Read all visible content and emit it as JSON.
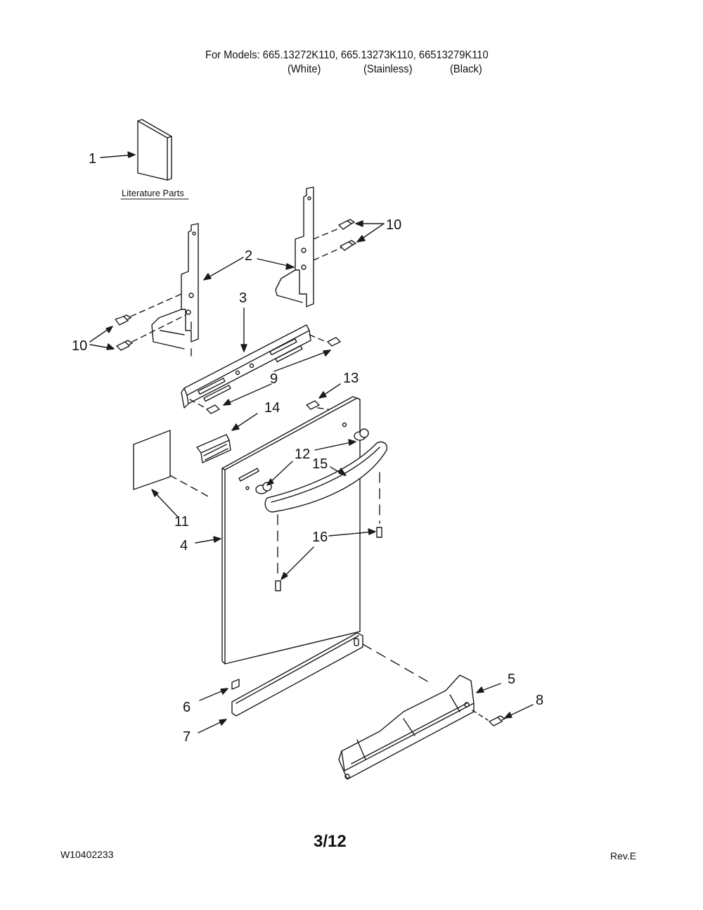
{
  "header": {
    "models_line": "For Models: 665.13272K110, 665.13273K110, 66513279K110",
    "finishes": [
      "(White)",
      "(Stainless)",
      "(Black)"
    ]
  },
  "diagram": {
    "literature_label": "Literature Parts",
    "callouts": [
      "1",
      "2",
      "10",
      "10",
      "3",
      "9",
      "13",
      "14",
      "11",
      "12",
      "15",
      "4",
      "16",
      "5",
      "8",
      "6",
      "7"
    ]
  },
  "footer": {
    "doc_number": "W10402233",
    "page": "3/12",
    "revision": "Rev.E"
  },
  "colors": {
    "line": "#1a1a1a",
    "background": "#ffffff"
  }
}
